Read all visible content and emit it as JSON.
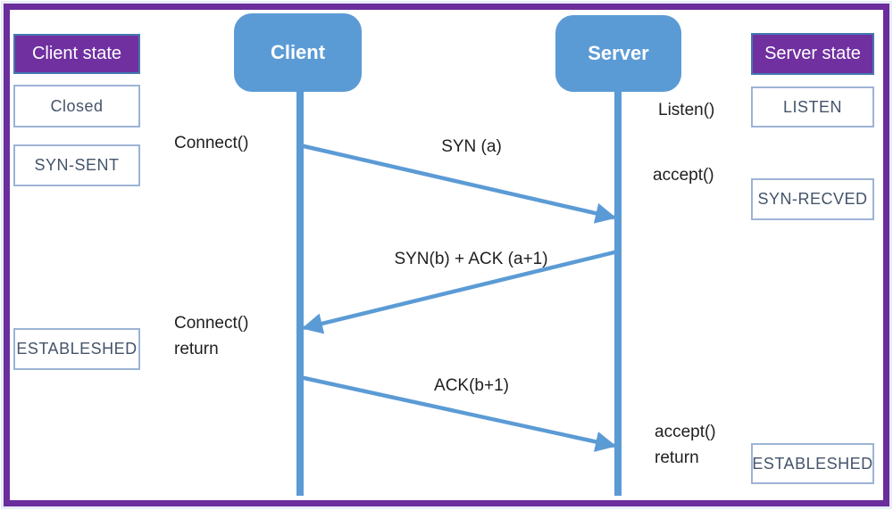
{
  "colors": {
    "blue": "#5B9BD5",
    "purple": "#7030A0",
    "frame-purple": "#6B2D9B",
    "frame-edge": "#E7EDF7",
    "state-text": "#44546A",
    "state-border": "#9DB3D6",
    "header-border": "#4478B0",
    "label-text": "#1F1F1F"
  },
  "actors": {
    "client": "Client",
    "server": "Server"
  },
  "left_panel": {
    "header": "Client state",
    "states": [
      "Closed",
      "SYN-SENT",
      "ESTABLESHED"
    ]
  },
  "right_panel": {
    "header": "Server state",
    "states": [
      "LISTEN",
      "SYN-RECVED",
      "ESTABLESHED"
    ]
  },
  "api_calls": {
    "connect": "Connect()",
    "listen": "Listen()",
    "accept": "accept()",
    "connect_return": "Connect()\nreturn",
    "accept_return": "accept()\nreturn"
  },
  "messages": {
    "syn": "SYN (a)",
    "syn_ack": "SYN(b) + ACK (a+1)",
    "ack": "ACK(b+1)"
  }
}
